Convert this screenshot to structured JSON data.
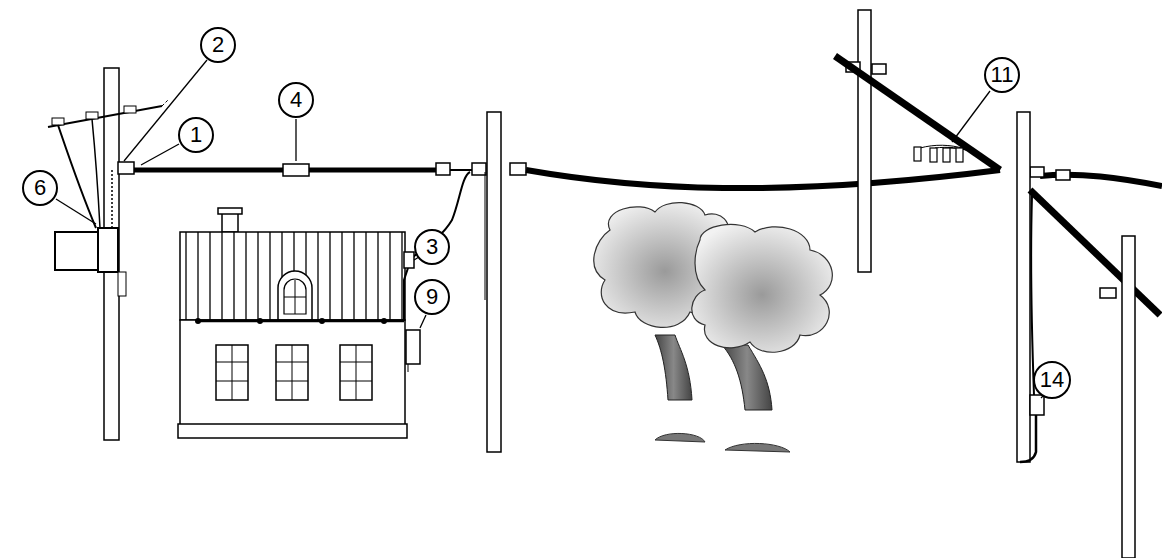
{
  "diagram": {
    "nodes": [
      {
        "text": [
          "2"
        ]
      },
      {
        "text": [
          "11"
        ]
      },
      {
        "text": [
          "4"
        ]
      },
      {
        "text": [
          "1"
        ]
      },
      {
        "text": [
          "6"
        ]
      },
      {
        "text": [
          "3"
        ]
      },
      {
        "text": [
          "9"
        ]
      },
      {
        "text": [
          "14"
        ]
      }
    ]
  }
}
